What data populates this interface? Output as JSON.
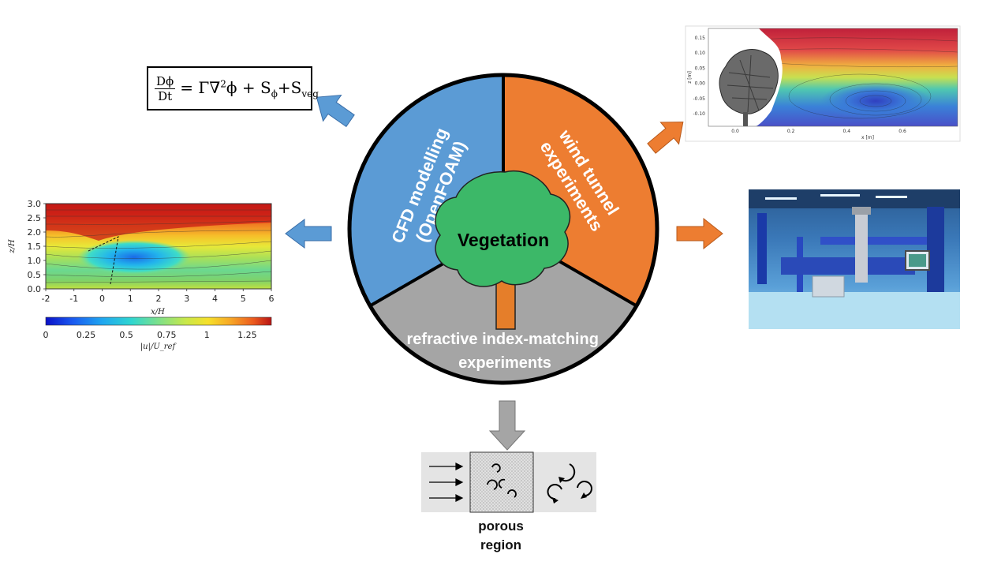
{
  "center": {
    "label": "Vegetation",
    "sectors": [
      {
        "id": "cfd",
        "lines": [
          "CFD modelling",
          "(OpenFOAM)"
        ],
        "color": "#5B9BD5"
      },
      {
        "id": "wind",
        "lines": [
          "wind tunnel",
          "experiments"
        ],
        "color": "#ED7D31"
      },
      {
        "id": "rim",
        "lines": [
          "refractive index-matching",
          "experiments"
        ],
        "color": "#A5A5A5"
      }
    ],
    "tree_crown_color": "#3CB868",
    "tree_trunk_color": "#E57E2A"
  },
  "equation": {
    "frac_num": "Dϕ",
    "frac_den": "Dt",
    "rhs_a": "= Γ∇",
    "rhs_sup": "2",
    "rhs_b": "ϕ + S",
    "sub_phi": "ϕ",
    "rhs_c": "+S",
    "sub_veg": "veg"
  },
  "cfd_plot": {
    "x_ticks": [
      "-2",
      "-1",
      "0",
      "1",
      "2",
      "3",
      "4",
      "5",
      "6"
    ],
    "y_ticks": [
      "0.0",
      "0.5",
      "1.0",
      "1.5",
      "2.0",
      "2.5",
      "3.0"
    ],
    "xlabel": "x/H",
    "ylabel": "z/H",
    "colorbar_ticks": [
      "0",
      "0.25",
      "0.5",
      "0.75",
      "1",
      "1.25"
    ],
    "colorbar_label": "|u|/U_ref",
    "colormap": [
      "#0a10c8",
      "#1a5af0",
      "#1fa6f0",
      "#2fd6d0",
      "#7de08a",
      "#c8e84a",
      "#f6e02a",
      "#f7a626",
      "#ec5a1e",
      "#b81414"
    ]
  },
  "wind_tunnel_plot": {
    "x_ticks": [
      "0.0",
      "0.2",
      "0.4",
      "0.6"
    ],
    "y_ticks": [
      "0.15",
      "0.10",
      "0.05",
      "0.00",
      "-0.05",
      "-0.10"
    ],
    "xlabel": "x [m]",
    "ylabel": "z [m]"
  },
  "arrow_colors": {
    "blue": "#5B9BD5",
    "orange": "#ED7D31",
    "gray": "#A5A5A5"
  },
  "porous": {
    "label_line1": "porous",
    "label_line2": "region"
  }
}
